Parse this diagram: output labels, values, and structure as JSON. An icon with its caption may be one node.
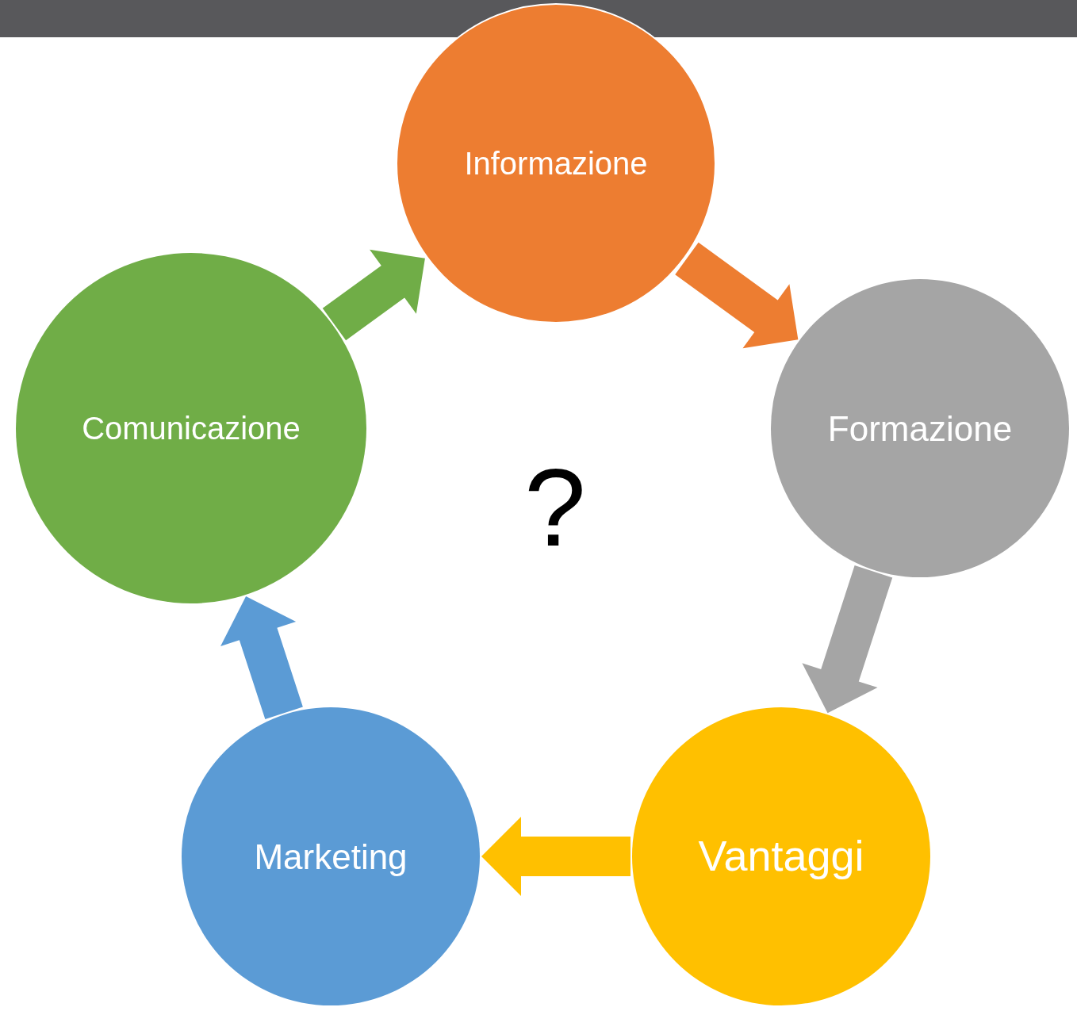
{
  "diagram": {
    "nodes": [
      {
        "text": [
          "Informazione"
        ]
      },
      {
        "text": [
          "Formazione"
        ]
      },
      {
        "text": [
          "Vantaggi"
        ]
      },
      {
        "text": [
          "Marketing"
        ]
      },
      {
        "text": [
          "Comunicazione"
        ]
      }
    ],
    "edges": [
      {
        "from": 0,
        "to": 1,
        "arrow": "to",
        "style": "thick",
        "color": "#ed7d31"
      },
      {
        "from": 1,
        "to": 2,
        "arrow": "to",
        "style": "thick",
        "color": "#a5a5a5"
      },
      {
        "from": 2,
        "to": 3,
        "arrow": "to",
        "style": "thick",
        "color": "#ffc000"
      },
      {
        "from": 3,
        "to": 4,
        "arrow": "to",
        "style": "thick",
        "color": "#5b9bd5"
      },
      {
        "from": 4,
        "to": 0,
        "arrow": "to",
        "style": "thick",
        "color": "#70ad47"
      }
    ],
    "labels": [
      "?"
    ]
  }
}
